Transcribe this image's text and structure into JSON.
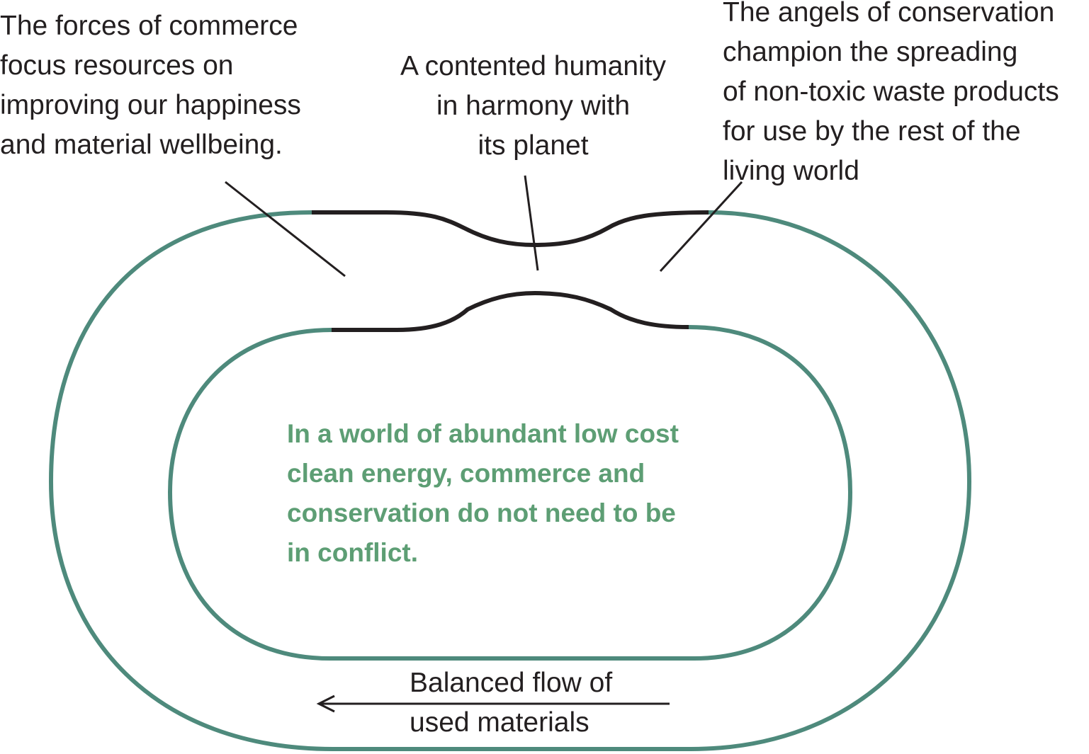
{
  "labels": {
    "commerce": [
      "The forces of commerce",
      "focus resources on",
      "improving our happiness",
      "and material wellbeing."
    ],
    "humanity": [
      "A contented humanity",
      "in harmony with",
      "its planet"
    ],
    "conservation": [
      "The angels of conservation",
      "champion the spreading",
      "of non-toxic waste products",
      "for use by the rest of the",
      "living world"
    ],
    "center": [
      "In a world of abundant low cost",
      "clean energy, commerce and",
      "conservation do not need to be",
      "in conflict."
    ],
    "flow": [
      "Balanced flow of",
      "used materials"
    ]
  },
  "colors": {
    "ring": "#4e8a7c",
    "humanity_band": "#231f20",
    "pointer": "#231f20",
    "center_text": "#5d9e74",
    "text": "#231f20"
  }
}
